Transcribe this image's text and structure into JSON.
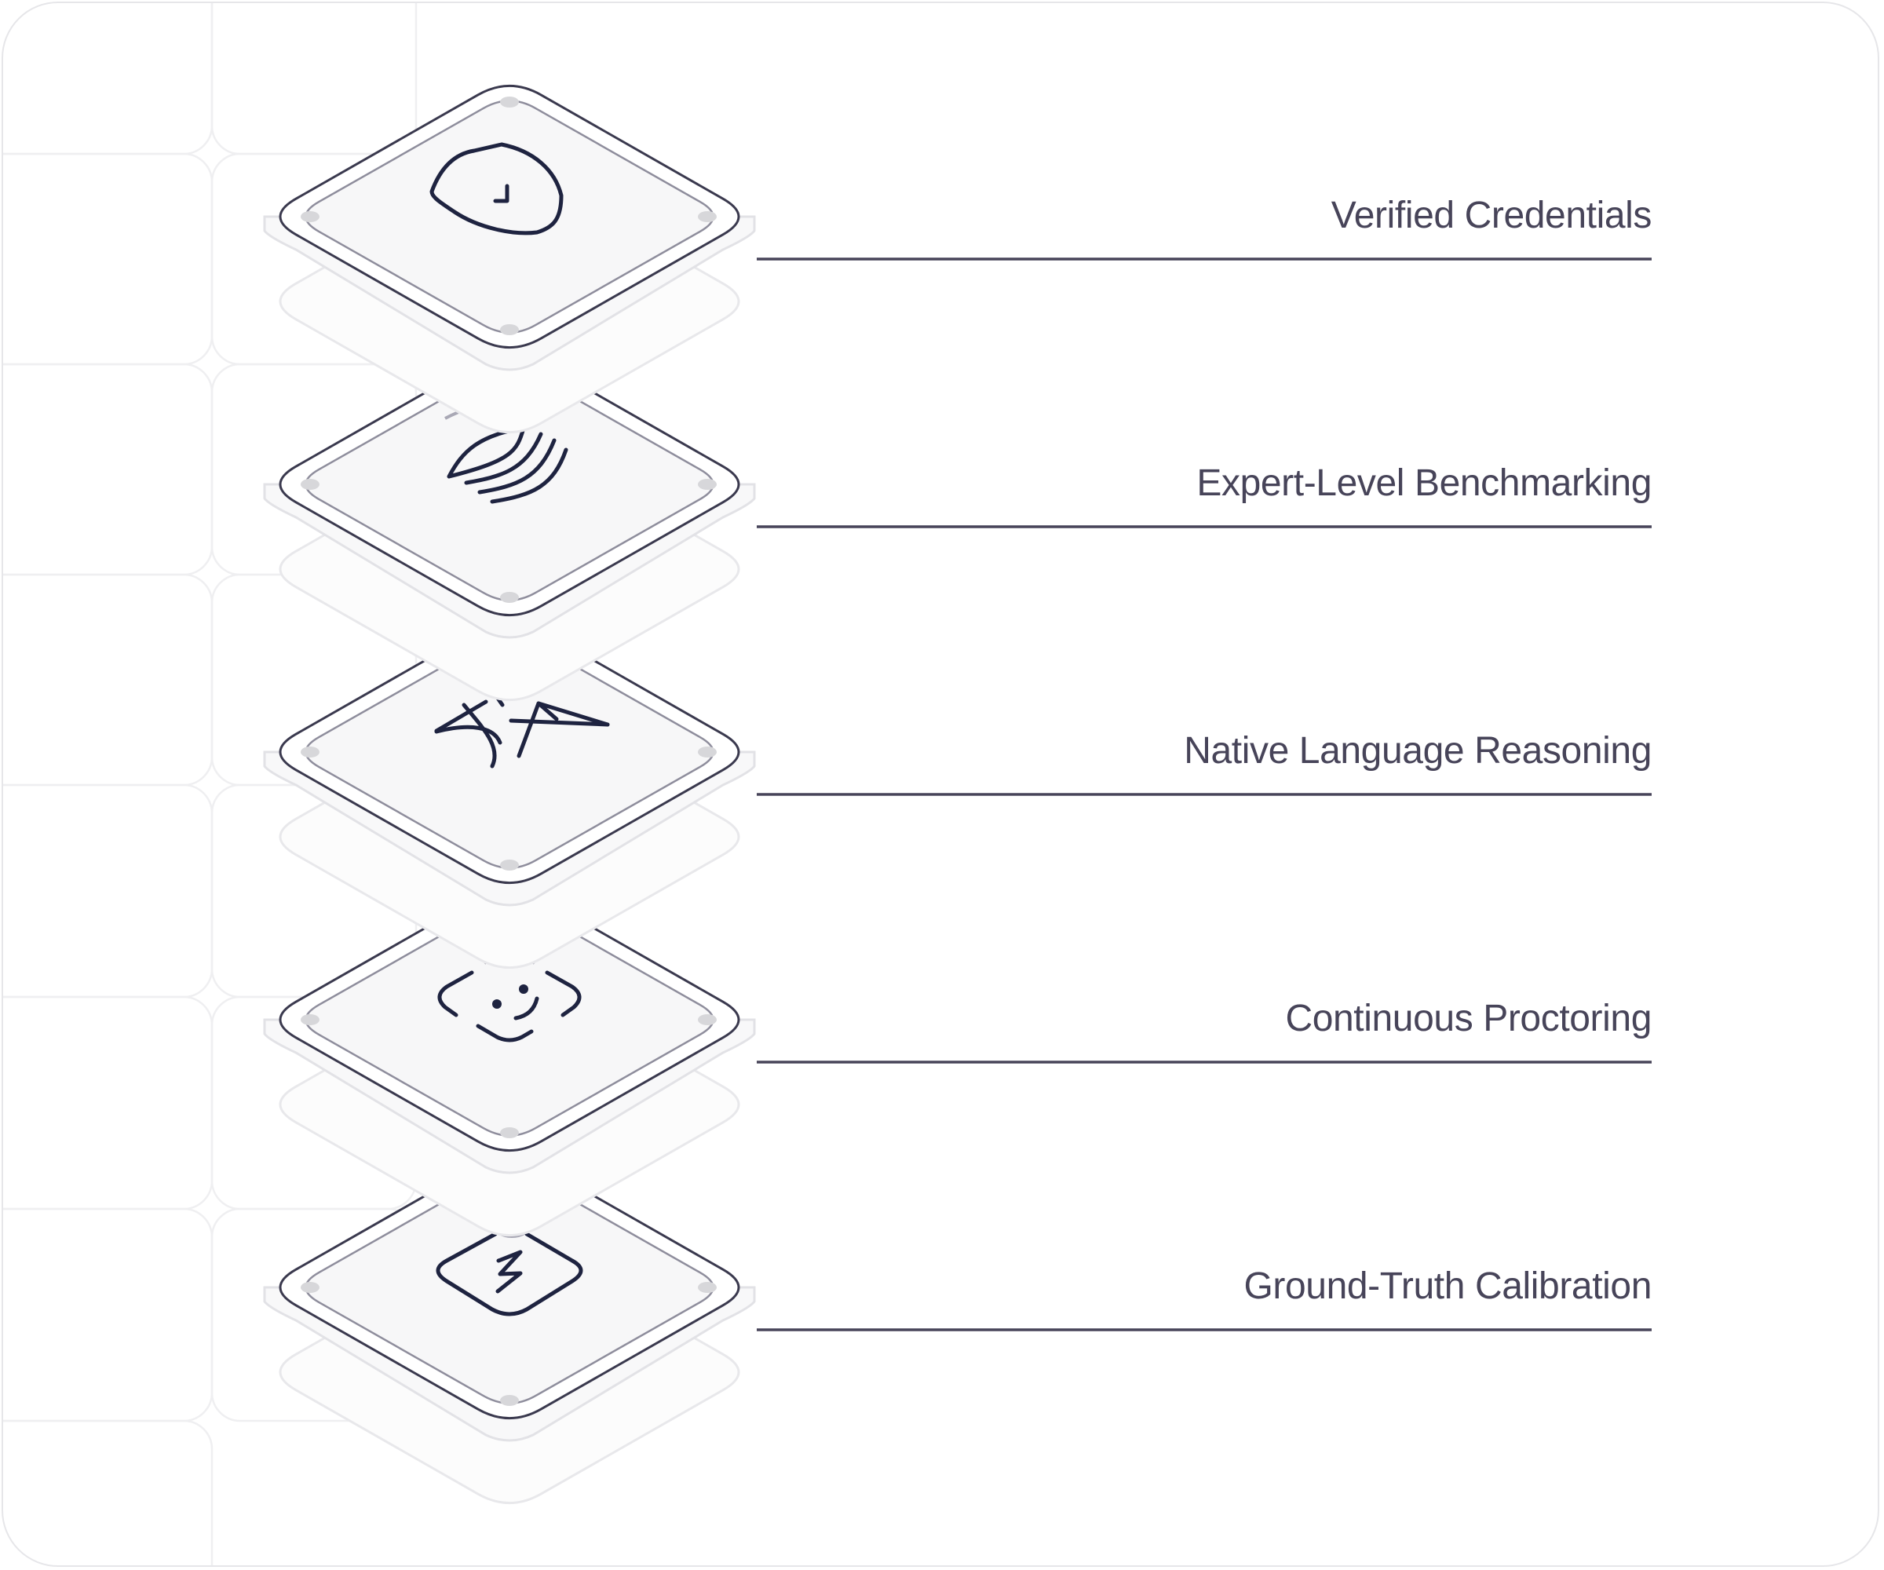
{
  "diagram": {
    "layers": [
      {
        "id": "verified-credentials",
        "label": "Verified Credentials",
        "icon": "shield-check-icon"
      },
      {
        "id": "expert-level-benchmarking",
        "label": "Expert-Level Benchmarking",
        "icon": "layers-wave-icon"
      },
      {
        "id": "native-language-reasoning",
        "label": "Native Language Reasoning",
        "icon": "translate-icon"
      },
      {
        "id": "continuous-proctoring",
        "label": "Continuous Proctoring",
        "icon": "face-scan-icon"
      },
      {
        "id": "ground-truth-calibration",
        "label": "Ground-Truth Calibration",
        "icon": "calibration-icon"
      }
    ]
  },
  "colors": {
    "label_text": "#474459",
    "tile_outline": "#3a394e",
    "icon_stroke": "#1e2340",
    "background": "#ffffff"
  }
}
